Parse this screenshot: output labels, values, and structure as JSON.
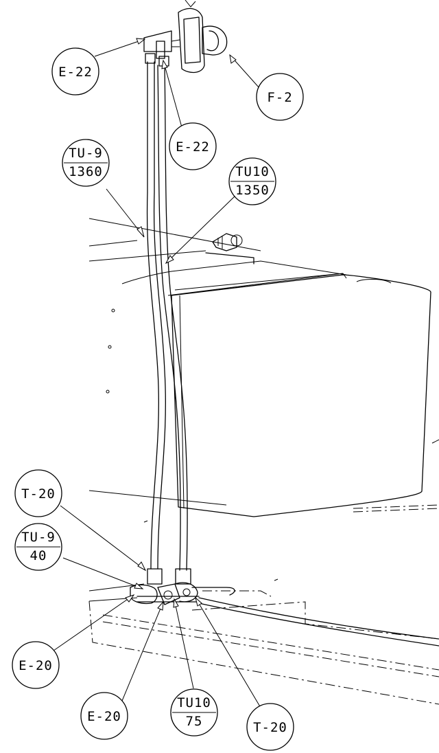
{
  "callouts": {
    "e22_top": "E-22",
    "f2": "F-2",
    "e22_mid": "E-22",
    "tu9_1360": {
      "top": "TU-9",
      "bottom": "1360"
    },
    "tu10_1350": {
      "top": "TU10",
      "bottom": "1350"
    },
    "t20_left": "T-20",
    "tu9_40": {
      "top": "TU-9",
      "bottom": "40"
    },
    "e20_left": "E-20",
    "e20_mid": "E-20",
    "tu10_75": {
      "top": "TU10",
      "bottom": "75"
    },
    "t20_right": "T-20"
  }
}
